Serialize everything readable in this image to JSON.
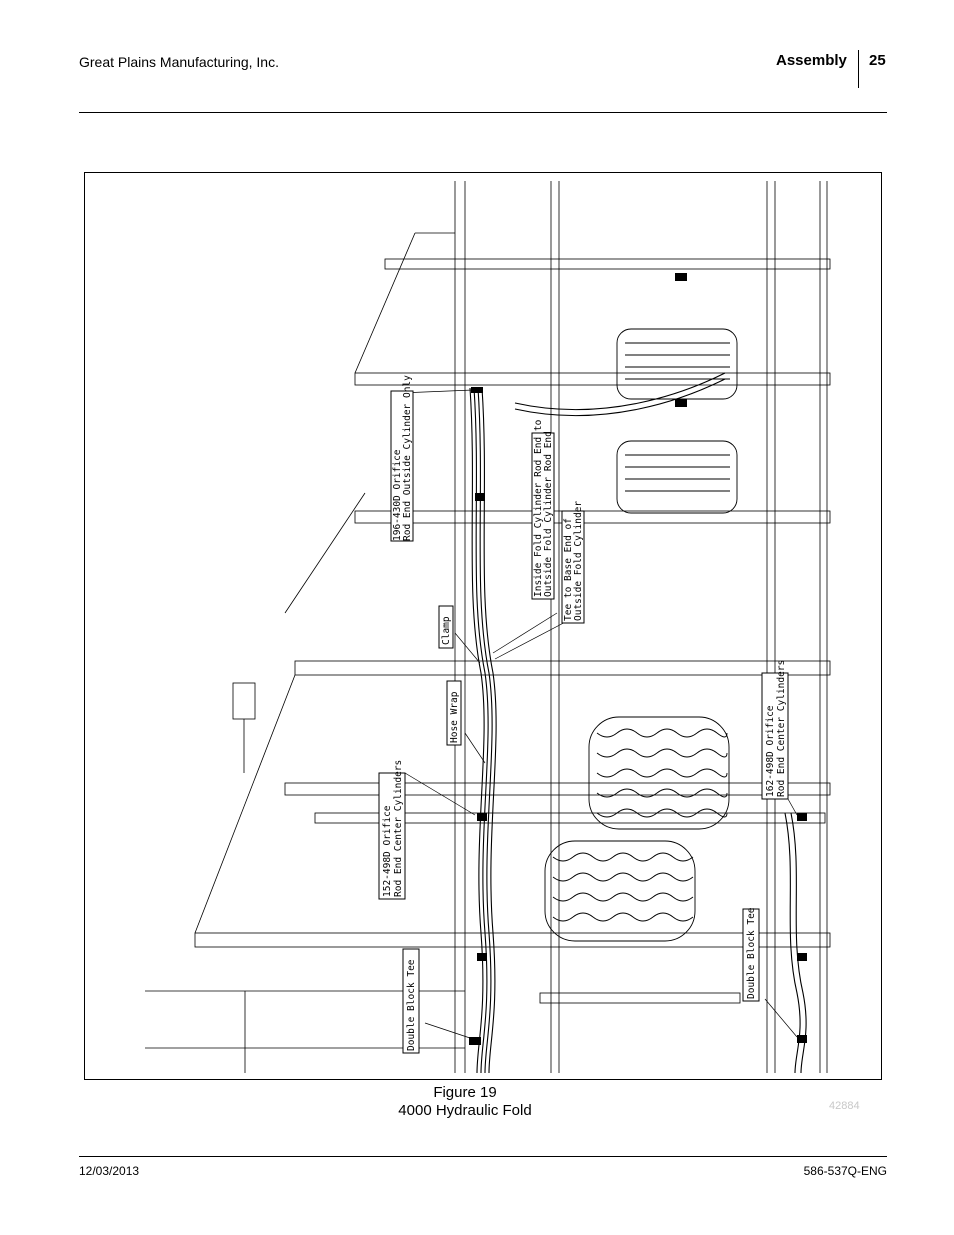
{
  "header": {
    "company": "Great Plains Manufacturing, Inc.",
    "section": "Assembly",
    "page_number": "25"
  },
  "figure": {
    "callouts": {
      "orifice_196": [
        "196-430D Orifice",
        "Rod End Outside Cylinder Only"
      ],
      "inside_fold": [
        "Inside Fold Cylinder Rod End to",
        "Outside Fold Cylinder Rod End"
      ],
      "tee_base": [
        "Tee to Base End of",
        "Outside Fold Cylinder"
      ],
      "clamp": [
        "Clamp"
      ],
      "hose_wrap": [
        "Hose Wrap"
      ],
      "orifice_152": [
        "152-498D Orifice",
        "Rod End Center Cylinders"
      ],
      "orifice_162": [
        "162-498D Orifice",
        "Rod End Center Cylinders"
      ],
      "double_block_tee_left": [
        "Double Block Tee"
      ],
      "double_block_tee_right": [
        "Double Block Tee"
      ]
    },
    "caption_number": "Figure 19",
    "caption_title": "4000 Hydraulic Fold",
    "figure_id": "42884"
  },
  "footer": {
    "date": "12/03/2013",
    "doc_number": "586-537Q-ENG"
  }
}
